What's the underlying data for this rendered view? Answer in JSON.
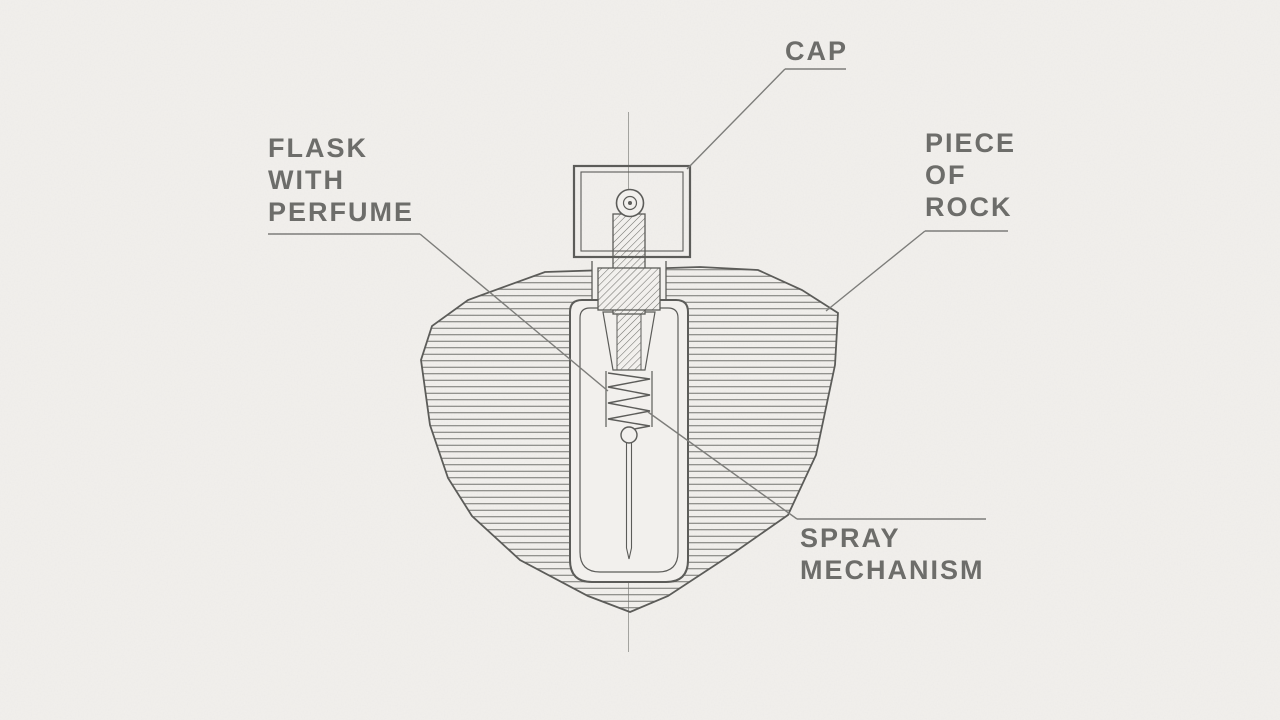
{
  "diagram": {
    "subject": "perfume-flask-embedded-in-rock-cross-section",
    "labels": {
      "cap": {
        "text": "CAP"
      },
      "flask": {
        "line1": "FLASK",
        "line2": "WITH",
        "line3": "PERFUME"
      },
      "rock": {
        "line1": "PIECE",
        "line2": "OF",
        "line3": "ROCK"
      },
      "spray": {
        "line1": "SPRAY",
        "line2": "MECHANISM"
      }
    },
    "colors": {
      "background": "#f2f0ed",
      "line": "#5c5c59",
      "hatch": "#73736f",
      "label_text": "#6d6d6a",
      "leader": "#7d7d7a",
      "axis": "#a3a39f"
    }
  }
}
